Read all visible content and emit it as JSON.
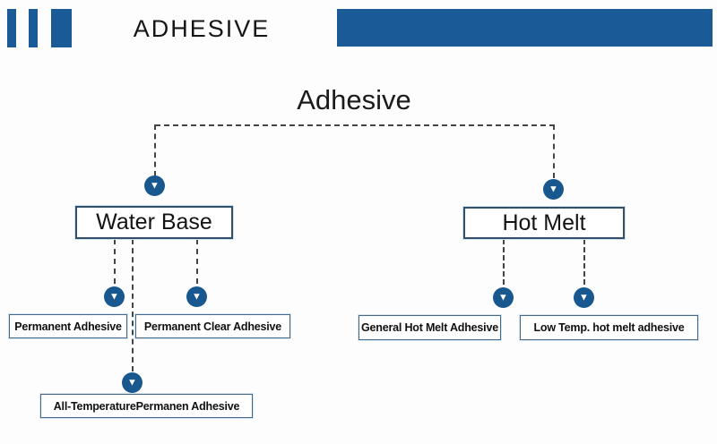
{
  "header": {
    "brand_title": "ADHESIVE"
  },
  "diagram": {
    "root_label": "Adhesive",
    "branches": [
      {
        "label": "Water Base",
        "children": [
          "Permanent Adhesive",
          "Permanent Clear Adhesive",
          "All-TemperaturePermanen Adhesive"
        ]
      },
      {
        "label": "Hot Melt",
        "children": [
          "General Hot Melt Adhesive",
          "Low Temp. hot melt adhesive"
        ]
      }
    ]
  },
  "icons": {
    "down_arrow_glyph": "▼"
  },
  "colors": {
    "brand_blue": "#1A5A96",
    "arrow_blue": "#19588E",
    "connector_gray": "#41464B",
    "category_border": "#33506B",
    "leaf_border": "#44688A"
  }
}
